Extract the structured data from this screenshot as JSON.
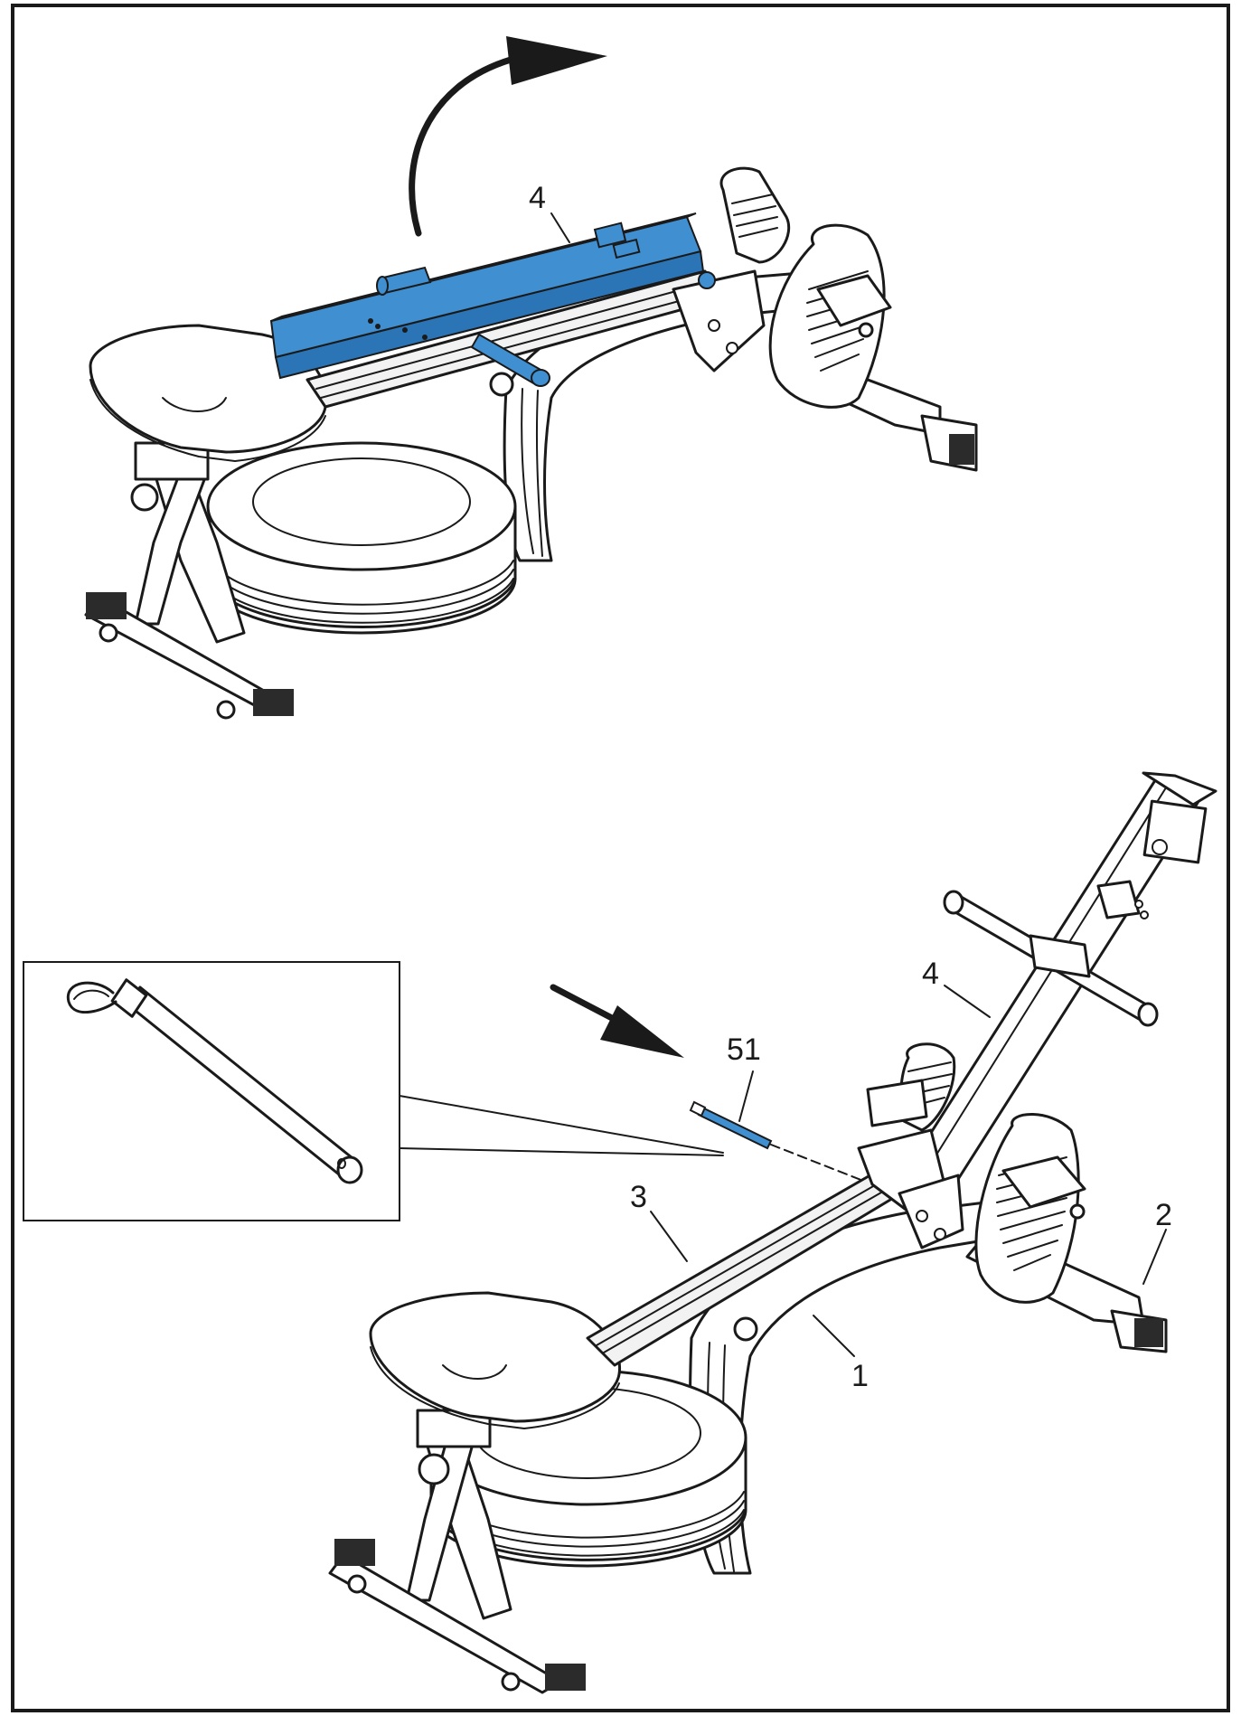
{
  "callouts": {
    "top_rail": "4",
    "bottom_rail": "4",
    "pin": "51",
    "slide_rail": "3",
    "rear_stabilizer": "2",
    "main_frame": "1"
  },
  "colors": {
    "part_highlight": "#3f8fd1",
    "part_highlight_dark": "#2b74b5",
    "line": "#1a1a1a",
    "border": "#1a1a1a",
    "background": "#ffffff"
  },
  "icons": {
    "rotation_arrow": "curved-arrow-icon",
    "insert_arrow": "straight-arrow-icon"
  }
}
